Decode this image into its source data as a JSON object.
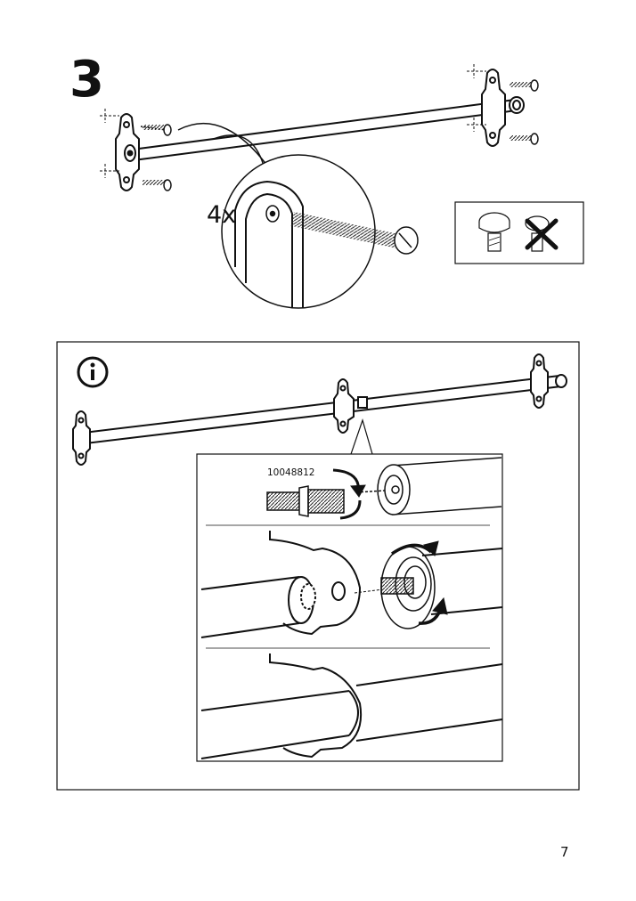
{
  "step": {
    "number": "3"
  },
  "detail": {
    "count_label": "4x"
  },
  "info": {
    "part_number": "10048812"
  },
  "page": {
    "number": "7"
  },
  "icons": {
    "info": "info-icon",
    "wrong": "cross-icon",
    "rotate": "rotate-arrow-icon"
  }
}
